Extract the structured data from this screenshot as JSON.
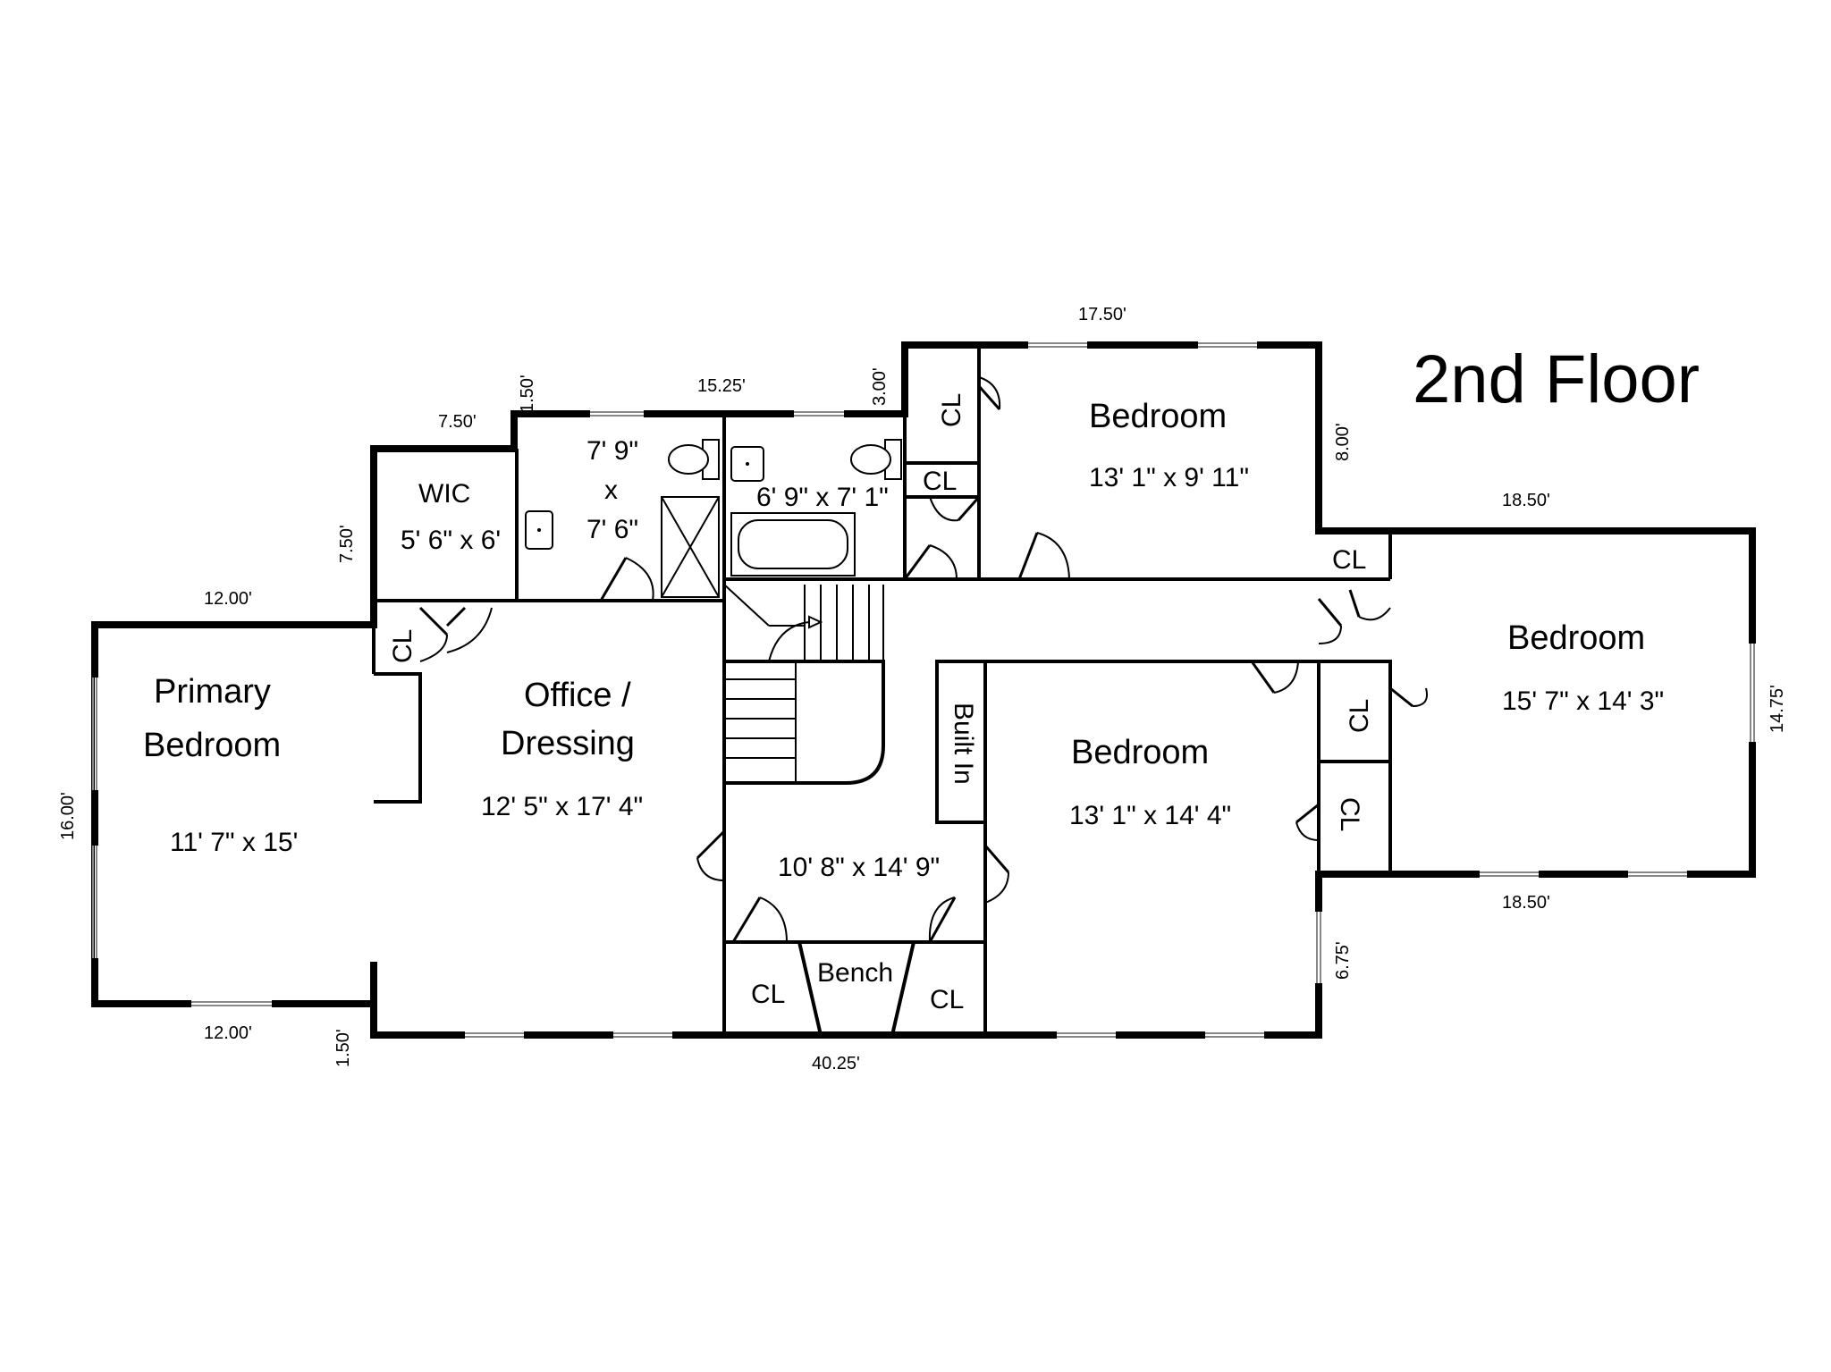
{
  "plan": {
    "title": "2nd Floor",
    "rooms": {
      "primary_bedroom": {
        "name_line1": "Primary",
        "name_line2": "Bedroom",
        "dims": "11' 7\" x 15'"
      },
      "wic": {
        "name": "WIC",
        "dims": "5' 6\" x 6'"
      },
      "bath_1": {
        "dims_line1": "7' 9\"",
        "dims_line2": "x",
        "dims_line3": "7' 6\""
      },
      "bath_2": {
        "dims": "6' 9\" x 7' 1\""
      },
      "office": {
        "name_line1": "Office /",
        "name_line2": "Dressing",
        "dims": "12' 5\" x 17' 4\""
      },
      "hall": {
        "dims": "10' 8\" x 14' 9\""
      },
      "bedroom_top": {
        "name": "Bedroom",
        "dims": "13' 1\" x 9' 11\""
      },
      "bedroom_middle": {
        "name": "Bedroom",
        "dims": "13' 1\" x 14' 4\""
      },
      "bedroom_right": {
        "name": "Bedroom",
        "dims": "15' 7\" x 14' 3\""
      },
      "bench": {
        "name": "Bench"
      },
      "built_in": {
        "name": "Built In"
      }
    },
    "closet_label": "CL",
    "edge_dims": {
      "primary_top": "12.00'",
      "primary_bottom": "12.00'",
      "primary_left": "16.00'",
      "wic_top": "7.50'",
      "wic_left": "7.50'",
      "step_top": "1.50'",
      "bath_top": "15.25'",
      "step_bath": "3.00'",
      "bedroom_top_width": "17.50'",
      "bedroom_top_right": "8.00'",
      "right_top": "18.50'",
      "right_bottom": "18.50'",
      "right_side": "14.75'",
      "lower_right_step": "6.75'",
      "bottom_total": "40.25'",
      "bottom_step": "1.50'"
    }
  }
}
